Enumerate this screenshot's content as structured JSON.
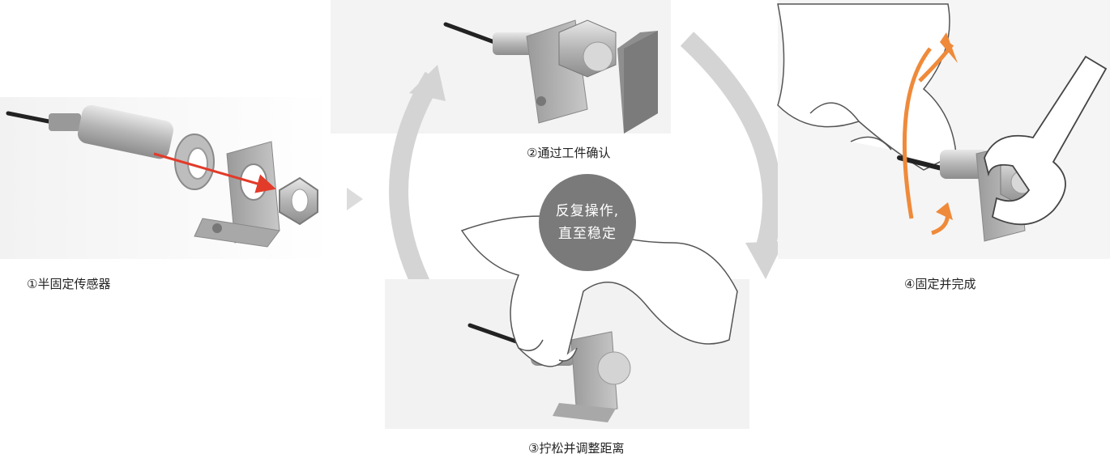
{
  "steps": [
    {
      "label": "①半固定传感器"
    },
    {
      "label": "②通过工件确认"
    },
    {
      "label": "③拧松并调整距离"
    },
    {
      "label": "④固定并完成"
    }
  ],
  "cycle_badge": {
    "line1": "反复操作,",
    "line2": "直至稳定"
  },
  "colors": {
    "cycle_arrow": "#d4d4d4",
    "next_arrow": "#dcdcdc",
    "badge": "#7a7a7a",
    "rotation_arrow": "#ef8a3a",
    "red_arrow": "#e23b2a",
    "metal": "#b9b9b9"
  },
  "icons": [
    "sensor-icon",
    "washer-icon",
    "bracket-icon",
    "nut-icon",
    "hand-icon",
    "wrench-icon",
    "workpiece-icon"
  ]
}
